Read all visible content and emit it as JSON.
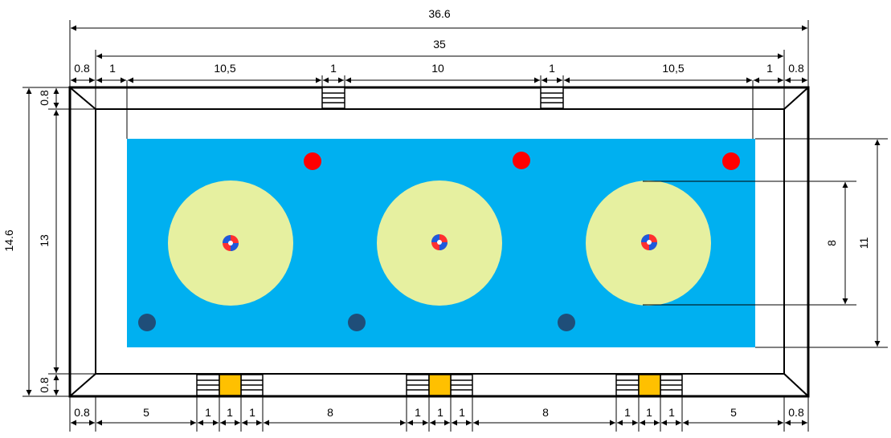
{
  "overall": {
    "total_length": "36.6",
    "inner_length": "35",
    "total_width": "14.6",
    "inner_width": "13"
  },
  "top_segments": [
    "0.8",
    "1",
    "10,5",
    "1",
    "10",
    "1",
    "10,5",
    "1",
    "0.8"
  ],
  "bottom_segments": [
    "0.8",
    "5",
    "1",
    "1",
    "1",
    "8",
    "1",
    "1",
    "1",
    "8",
    "1",
    "1",
    "1",
    "5",
    "0.8"
  ],
  "left_small": {
    "top": "0.8",
    "bottom": "0.8"
  },
  "right_dims": {
    "house_diameter": "8",
    "ice_width": "11"
  },
  "colors": {
    "ice": "#00b0f0",
    "house": "#e6f0a0",
    "red_stone": "#ff0000",
    "blue_stone": "#1f4e79",
    "gate": "#ffc000",
    "outline": "#000000",
    "background": "#ffffff"
  }
}
